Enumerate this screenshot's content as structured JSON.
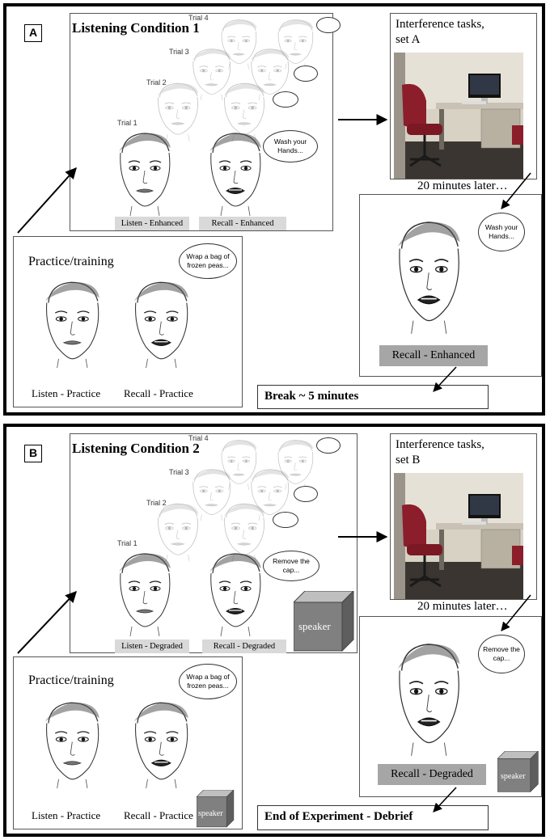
{
  "panel_a": {
    "label": "A",
    "condition_title": "Listening Condition 1",
    "trials": [
      "Trial 1",
      "Trial 2",
      "Trial 3",
      "Trial 4"
    ],
    "speech_bubble": "Wash your Hands...",
    "listen_label": "Listen - Enhanced",
    "recall_label": "Recall - Enhanced",
    "interference_title": "Interference tasks, set A",
    "delay_text": "20 minutes later…",
    "recall_bubble": "Wash your Hands...",
    "recall_box_label": "Recall - Enhanced",
    "practice_title": "Practice/training",
    "practice_bubble": "Wrap a bag of frozen peas...",
    "practice_listen": "Listen - Practice",
    "practice_recall": "Recall - Practice",
    "end_box": "Break ~ 5 minutes"
  },
  "panel_b": {
    "label": "B",
    "condition_title": "Listening Condition 2",
    "trials": [
      "Trial 1",
      "Trial 2",
      "Trial 3",
      "Trial 4"
    ],
    "speech_bubble": "Remove the cap...",
    "listen_label": "Listen - Degraded",
    "recall_label": "Recall - Degraded",
    "speaker_label": "speaker",
    "interference_title": "Interference tasks, set B",
    "delay_text": "20 minutes later…",
    "recall_bubble": "Remove the cap...",
    "recall_box_label": "Recall - Degraded",
    "practice_title": "Practice/training",
    "practice_bubble": "Wrap a bag of frozen peas...",
    "practice_listen": "Listen - Practice",
    "practice_recall": "Recall - Practice",
    "end_box": "End of Experiment - Debrief"
  },
  "colors": {
    "label_grey": "#d9d9d9",
    "recall_grey": "#a6a6a6",
    "speaker_grey": "#808080",
    "chair_red": "#8b1e2a"
  }
}
